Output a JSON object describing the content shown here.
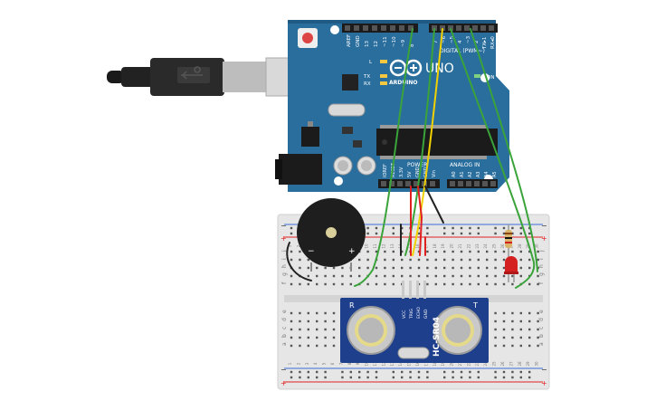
{
  "arduino": {
    "brand": "ARDUINO",
    "model": "UNO",
    "digital_label": "DIGITAL (PWM~)",
    "power_label": "POWER",
    "analog_label": "ANALOG IN",
    "on_label": "ON",
    "led_l": "L",
    "led_tx": "TX",
    "led_rx": "RX",
    "top_left_headers": [
      "AREF",
      "GND",
      "13",
      "12",
      "~11",
      "~10",
      "~9",
      "8"
    ],
    "top_right_headers": [
      "7",
      "~6",
      "~5",
      "4",
      "~3",
      "2",
      "TX▸1",
      "RX◂0"
    ],
    "power_headers": [
      "IOREF",
      "RESET",
      "3.3V",
      "5V",
      "GND",
      "GND",
      "Vin"
    ],
    "analog_headers": [
      "A0",
      "A1",
      "A2",
      "A3",
      "A4",
      "A5"
    ]
  },
  "sensor": {
    "model": "HC-SR04",
    "left_mark": "R",
    "right_mark": "T",
    "pins": [
      "VCC",
      "TRIG",
      "ECHO",
      "GND"
    ]
  },
  "buzzer": {
    "minus": "−",
    "plus": "+"
  },
  "breadboard": {
    "rows_top": [
      "j",
      "i",
      "h",
      "g",
      "f"
    ],
    "rows_bottom": [
      "e",
      "d",
      "c",
      "b",
      "a"
    ],
    "rail_plus": "+",
    "rail_minus": "−",
    "columns": [
      "1",
      "2",
      "3",
      "4",
      "5",
      "6",
      "7",
      "8",
      "9",
      "10",
      "11",
      "12",
      "13",
      "14",
      "15",
      "16",
      "17",
      "18",
      "19",
      "20",
      "21",
      "22",
      "23",
      "24",
      "25",
      "26",
      "27",
      "28",
      "29",
      "30"
    ]
  },
  "colors": {
    "board": "#2a6e9e",
    "board_dark": "#1f5a84",
    "breadboard": "#e6e6e6",
    "wire_green": "#3aa33a",
    "wire_yellow": "#f2d100",
    "wire_red": "#e02020",
    "wire_black": "#222222",
    "sensor_blue": "#1d3f8c",
    "led_red": "#d42020"
  }
}
